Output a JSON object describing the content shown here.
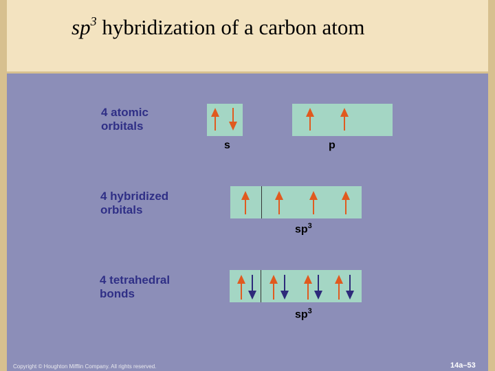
{
  "title": {
    "prefix": "sp",
    "superscript": "3",
    "rest": " hybridization of a carbon atom"
  },
  "rows": {
    "atomic": {
      "label_line1": "4 atomic",
      "label_line2": "orbitals",
      "s_label": "s",
      "p_label": "p"
    },
    "hybridized": {
      "label_line1": "4 hybridized",
      "label_line2": "orbitals",
      "sp_label": "sp",
      "sp_sup": "3"
    },
    "bonds": {
      "label_line1": "4 tetrahedral",
      "label_line2": "bonds",
      "sp_label": "sp",
      "sp_sup": "3"
    }
  },
  "colors": {
    "electron_up": "#e05a1f",
    "electron_down": "#2d2a7a",
    "orbital_box": "#a4d6c4",
    "panel": "#8c8eb8"
  },
  "footer": {
    "copyright": "Copyright © Houghton Mifflin Company. All rights reserved.",
    "slide_number": "14a–53"
  }
}
